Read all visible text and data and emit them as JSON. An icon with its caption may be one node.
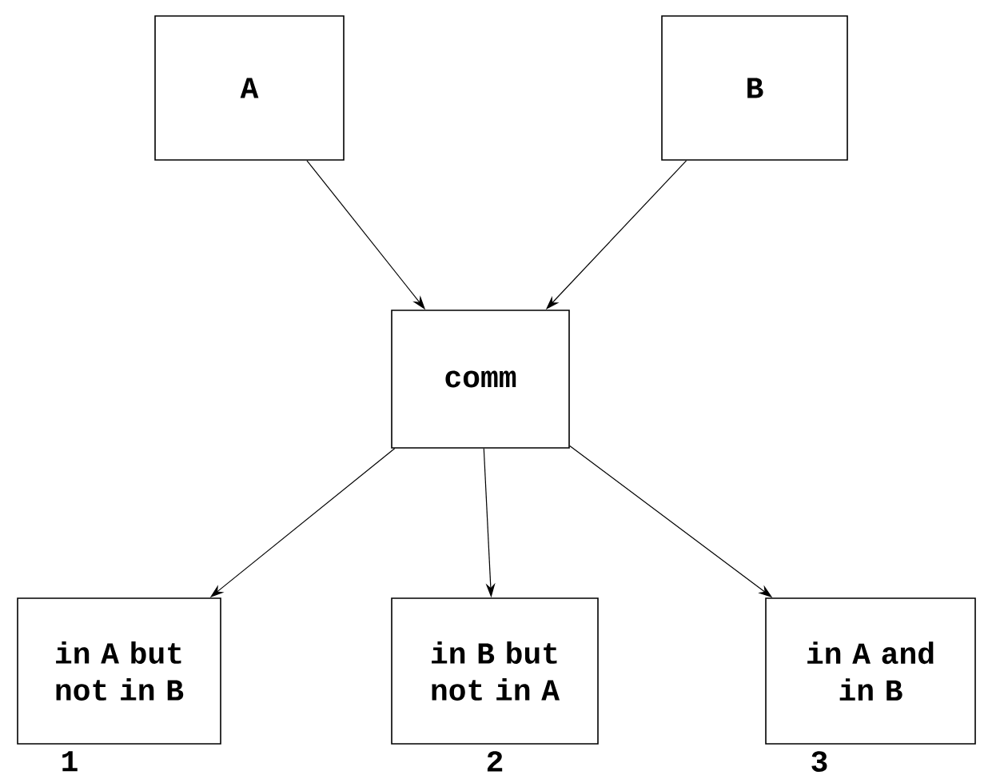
{
  "diagram": {
    "nodes": [
      {
        "text": [
          "A"
        ]
      },
      {
        "text": [
          "B"
        ]
      },
      {
        "text": [
          "comm"
        ]
      },
      {
        "text": [
          "in A but not in B"
        ],
        "beside": [
          "1"
        ]
      },
      {
        "text": [
          "in B but not in A"
        ],
        "beside": [
          "2"
        ]
      },
      {
        "text": [
          "in A and in B"
        ],
        "beside": [
          "3"
        ]
      }
    ],
    "edges": [
      {
        "from": 0,
        "to": 2,
        "arrow": "to"
      },
      {
        "from": 1,
        "to": 2,
        "arrow": "to"
      },
      {
        "from": 2,
        "to": 3,
        "arrow": "to"
      },
      {
        "from": 2,
        "to": 4,
        "arrow": "to"
      },
      {
        "from": 2,
        "to": 5,
        "arrow": "to"
      }
    ]
  }
}
